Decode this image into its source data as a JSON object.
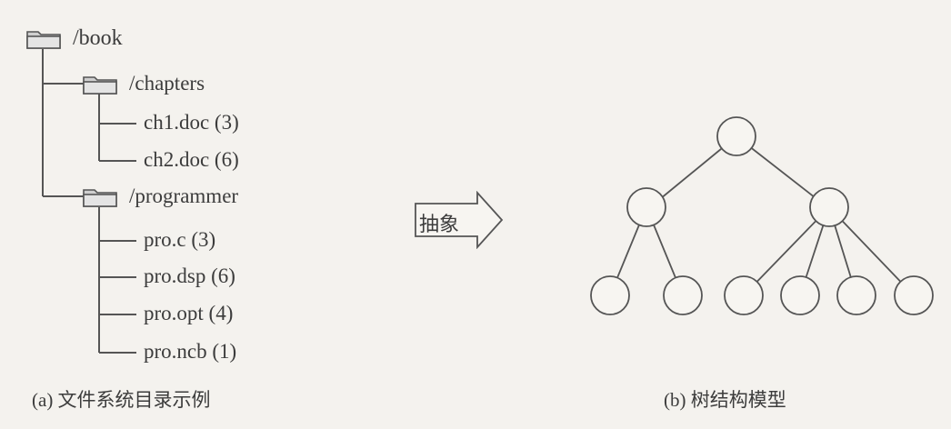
{
  "file_tree": {
    "root": {
      "label": "/book",
      "icon": "folder-icon"
    },
    "folders": [
      {
        "label": "/chapters",
        "icon": "folder-icon",
        "files": [
          "ch1.doc (3)",
          "ch2.doc (6)"
        ]
      },
      {
        "label": "/programmer",
        "icon": "folder-icon",
        "files": [
          "pro.c (3)",
          "pro.dsp (6)",
          "pro.opt (4)",
          "pro.ncb (1)"
        ]
      }
    ]
  },
  "arrow": {
    "label": "抽象",
    "icon": "right-arrow-icon"
  },
  "tree_model": {
    "structure": {
      "root_children": 2,
      "left_child_children": 2,
      "right_child_children": 4
    }
  },
  "captions": {
    "left": "(a) 文件系统目录示例",
    "right": "(b) 树结构模型"
  },
  "colors": {
    "background": "#f4f2ee",
    "line": "#555555",
    "folder_fill": "#cfcfcf",
    "folder_stroke": "#555555"
  }
}
